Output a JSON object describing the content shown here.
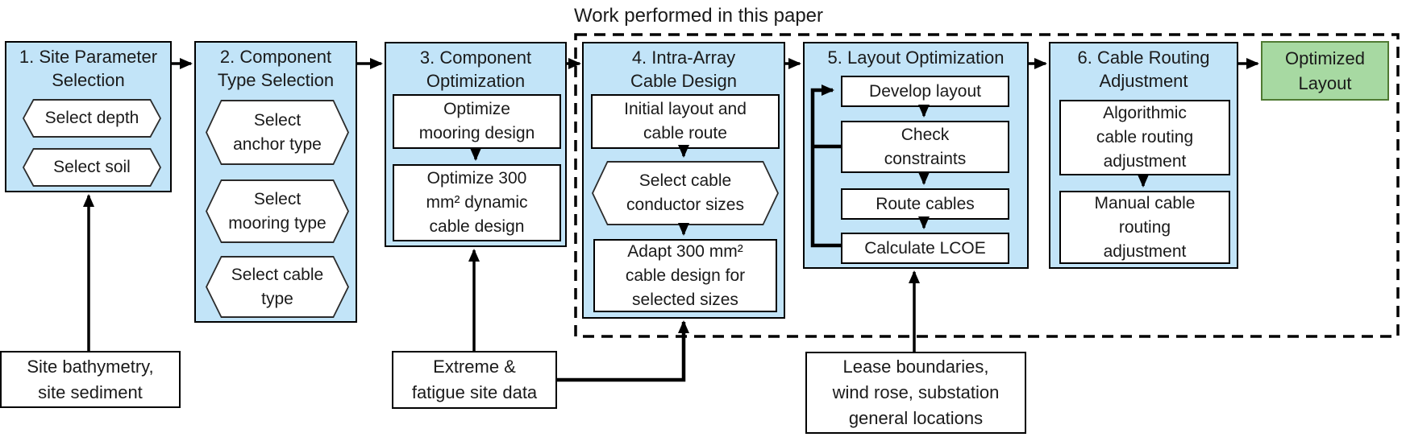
{
  "scope_label": "Work performed in this paper",
  "colors": {
    "stage_fill": "#c2e4f8",
    "result_fill": "#a7d9a2",
    "result_border": "#4f7a32",
    "line": "#000000"
  },
  "stages": [
    {
      "title": "1. Site Parameter\nSelection",
      "items": [
        {
          "shape": "hexagon",
          "text": "Select depth"
        },
        {
          "shape": "hexagon",
          "text": "Select soil"
        }
      ]
    },
    {
      "title": "2. Component\nType Selection",
      "items": [
        {
          "shape": "hexagon",
          "text": "Select\nanchor type"
        },
        {
          "shape": "hexagon",
          "text": "Select\nmooring type"
        },
        {
          "shape": "hexagon",
          "text": "Select cable\ntype"
        }
      ]
    },
    {
      "title": "3. Component\nOptimization",
      "items": [
        {
          "shape": "rect",
          "text": "Optimize\nmooring design"
        },
        {
          "shape": "rect",
          "text": "Optimize 300\nmm² dynamic\ncable design"
        }
      ]
    },
    {
      "title": "4. Intra-Array\nCable Design",
      "items": [
        {
          "shape": "rect",
          "text": "Initial layout and\ncable route"
        },
        {
          "shape": "hexagon",
          "text": "Select cable\nconductor sizes"
        },
        {
          "shape": "rect",
          "text": "Adapt 300 mm²\ncable design for\nselected sizes"
        }
      ]
    },
    {
      "title": "5. Layout Optimization",
      "items": [
        {
          "shape": "rect",
          "text": "Develop layout"
        },
        {
          "shape": "rect",
          "text": "Check\nconstraints"
        },
        {
          "shape": "rect",
          "text": "Route cables"
        },
        {
          "shape": "rect",
          "text": "Calculate LCOE"
        }
      ]
    },
    {
      "title": "6. Cable Routing\nAdjustment",
      "items": [
        {
          "shape": "rect",
          "text": "Algorithmic\ncable routing\nadjustment"
        },
        {
          "shape": "rect",
          "text": "Manual cable\nrouting\nadjustment"
        }
      ]
    }
  ],
  "result_box": {
    "text": "Optimized\nLayout"
  },
  "inputs": [
    {
      "text": "Site bathymetry,\nsite sediment"
    },
    {
      "text": "Extreme &\nfatigue site data"
    },
    {
      "text": "Lease boundaries,\nwind rose, substation\ngeneral locations"
    }
  ]
}
